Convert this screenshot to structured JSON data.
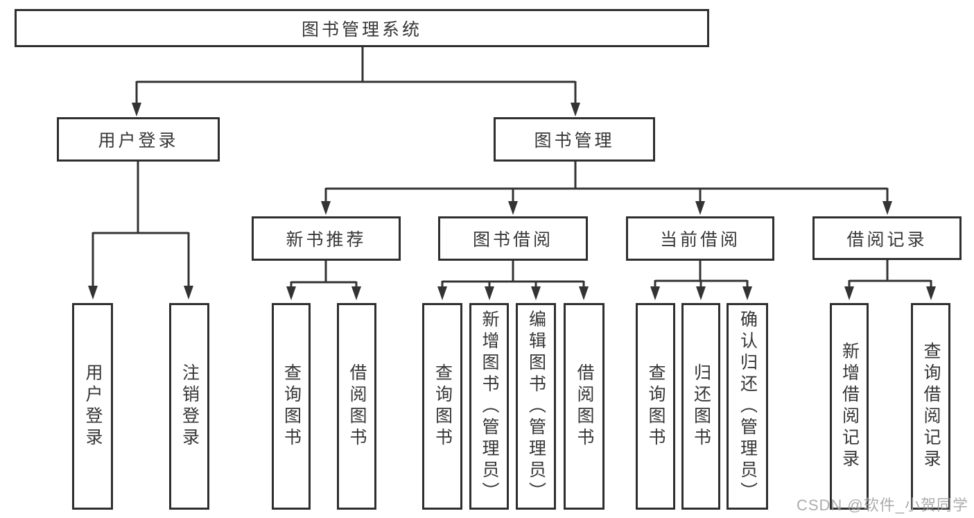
{
  "diagram": {
    "root": {
      "label": "图书管理系统"
    },
    "level2": [
      {
        "label": "用户登录"
      },
      {
        "label": "图书管理"
      }
    ],
    "level3": [
      {
        "label": "新书推荐"
      },
      {
        "label": "图书借阅"
      },
      {
        "label": "当前借阅"
      },
      {
        "label": "借阅记录"
      }
    ],
    "leaves": [
      {
        "label": "用户登录",
        "parent": "用户登录"
      },
      {
        "label": "注销登录",
        "parent": "用户登录"
      },
      {
        "label": "查询图书",
        "parent": "新书推荐"
      },
      {
        "label": "借阅图书",
        "parent": "新书推荐"
      },
      {
        "label": "查询图书",
        "parent": "图书借阅"
      },
      {
        "label": "新增图书（管理员）",
        "parent": "图书借阅"
      },
      {
        "label": "编辑图书（管理员）",
        "parent": "图书借阅"
      },
      {
        "label": "借阅图书",
        "parent": "图书借阅"
      },
      {
        "label": "查询图书",
        "parent": "当前借阅"
      },
      {
        "label": "归还图书",
        "parent": "当前借阅"
      },
      {
        "label": "确认归还（管理员）",
        "parent": "当前借阅"
      },
      {
        "label": "新增借阅记录",
        "parent": "借阅记录"
      },
      {
        "label": "查询借阅记录",
        "parent": "借阅记录"
      }
    ],
    "watermark": "CSDN @软件_小贺同学",
    "colors": {
      "line": "#333333",
      "border": "#2e2e2e",
      "text": "#363636",
      "watermark": "#9e9e9e",
      "background": "#ffffff"
    }
  }
}
